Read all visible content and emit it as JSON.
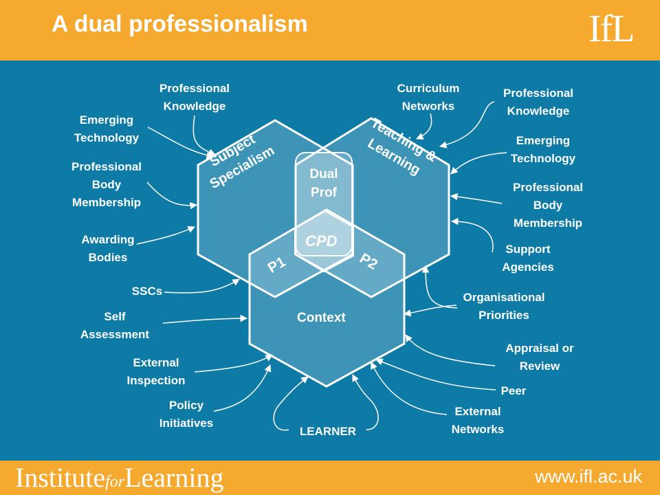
{
  "header": {
    "title": "A dual professionalism",
    "logo_text": "IfL"
  },
  "footer": {
    "brand_main": "Institute",
    "brand_for": "for",
    "brand_end": "Learning",
    "url": "www.ifl.ac.uk"
  },
  "diagram": {
    "hexagons": {
      "subject": "Subject\nSpecialism",
      "teaching": "Teaching &\nLearning",
      "context": "Context"
    },
    "center": {
      "dual_prof": "Dual\nProf",
      "cpd": "CPD",
      "p1": "P1",
      "p2": "P2"
    },
    "left_labels": [
      "Professional\nKnowledge",
      "Emerging\nTechnology",
      "Professional\nBody\nMembership",
      "Awarding\nBodies",
      "SSCs",
      "Self\nAssessment",
      "External\nInspection",
      "Policy\nInitiatives",
      "LEARNER"
    ],
    "right_labels": [
      "Curriculum\nNetworks",
      "Professional\nKnowledge",
      "Emerging\nTechnology",
      "Professional\nBody\nMembership",
      "Support\nAgencies",
      "Organisational\nPriorities",
      "Appraisal or\nReview",
      "Peer",
      "External\nNetworks"
    ]
  },
  "colors": {
    "orange": "#f5aa2f",
    "blue": "#0e7aa6",
    "hex_fill": "#ffffff",
    "line": "#ffffff"
  }
}
